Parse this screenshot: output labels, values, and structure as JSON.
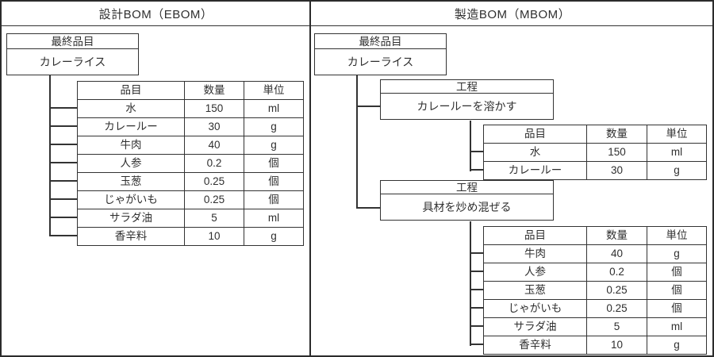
{
  "colors": {
    "line": "#333333",
    "text": "#2f2f2f",
    "background": "#ffffff"
  },
  "panels": {
    "left": {
      "title": "設計BOM（EBOM）",
      "item_box": {
        "header": "最終品目",
        "value": "カレーライス"
      },
      "table": {
        "headers": [
          "品目",
          "数量",
          "単位"
        ],
        "rows": [
          [
            "水",
            "150",
            "ml"
          ],
          [
            "カレールー",
            "30",
            "g"
          ],
          [
            "牛肉",
            "40",
            "g"
          ],
          [
            "人参",
            "0.2",
            "個"
          ],
          [
            "玉葱",
            "0.25",
            "個"
          ],
          [
            "じゃがいも",
            "0.25",
            "個"
          ],
          [
            "サラダ油",
            "5",
            "ml"
          ],
          [
            "香辛料",
            "10",
            "g"
          ]
        ]
      }
    },
    "right": {
      "title": "製造BOM（MBOM）",
      "item_box": {
        "header": "最終品目",
        "value": "カレーライス"
      },
      "processes": [
        {
          "box": {
            "header": "工程",
            "value": "カレールーを溶かす"
          },
          "table": {
            "headers": [
              "品目",
              "数量",
              "単位"
            ],
            "rows": [
              [
                "水",
                "150",
                "ml"
              ],
              [
                "カレールー",
                "30",
                "g"
              ]
            ]
          }
        },
        {
          "box": {
            "header": "工程",
            "value": "具材を炒め混ぜる"
          },
          "table": {
            "headers": [
              "品目",
              "数量",
              "単位"
            ],
            "rows": [
              [
                "牛肉",
                "40",
                "g"
              ],
              [
                "人参",
                "0.2",
                "個"
              ],
              [
                "玉葱",
                "0.25",
                "個"
              ],
              [
                "じゃがいも",
                "0.25",
                "個"
              ],
              [
                "サラダ油",
                "5",
                "ml"
              ],
              [
                "香辛料",
                "10",
                "g"
              ]
            ]
          }
        }
      ]
    }
  }
}
